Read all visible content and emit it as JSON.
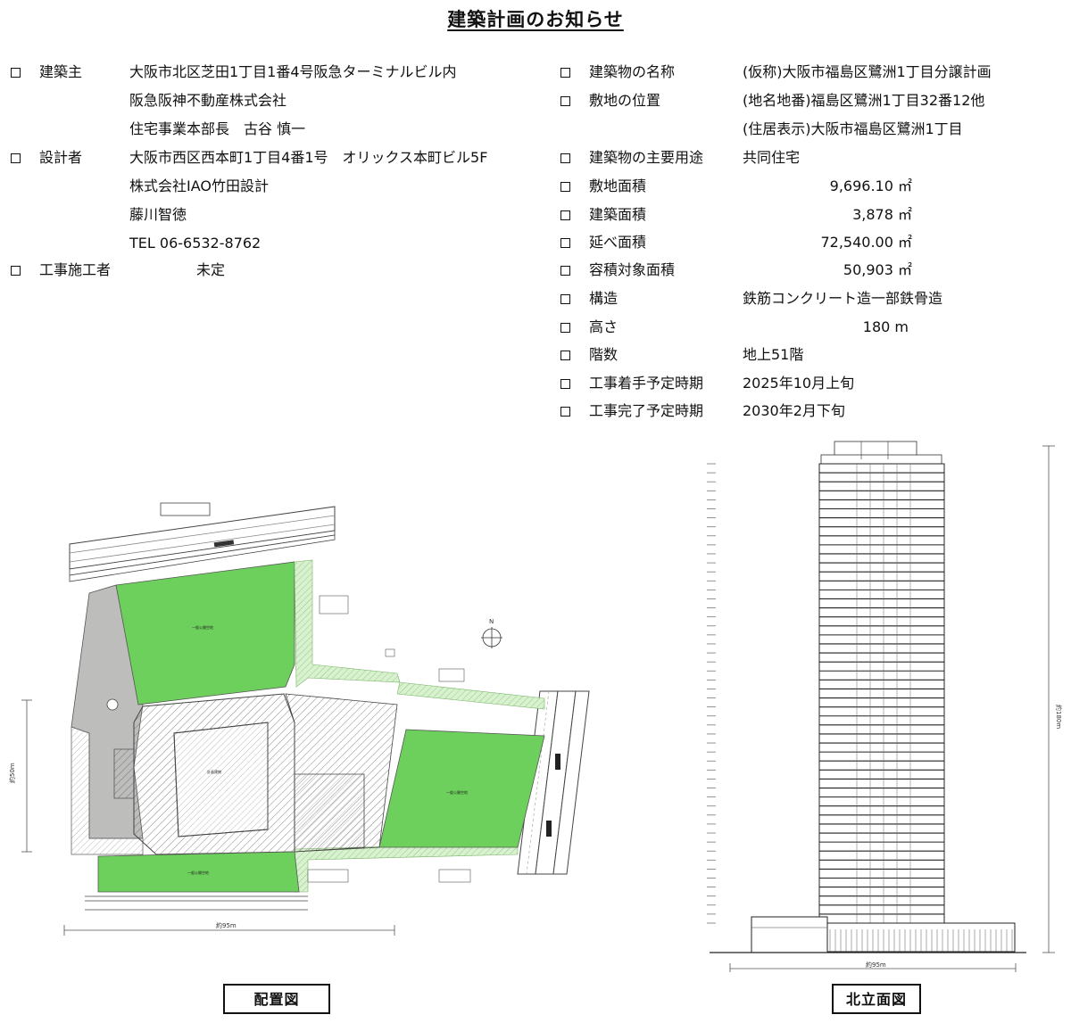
{
  "title": "建築計画のお知らせ",
  "left": [
    {
      "label": "建築主",
      "lines": [
        "大阪市北区芝田1丁目1番4号阪急ターミナルビル内",
        "阪急阪神不動産株式会社",
        "住宅事業本部長　古谷 慎一"
      ]
    },
    {
      "label": "設計者",
      "lines": [
        "大阪市西区西本町1丁目4番1号　オリックス本町ビル5F",
        "株式会社IAO竹田設計",
        "藤川智徳",
        "TEL  06-6532-8762"
      ]
    },
    {
      "label": "工事施工者",
      "lines": [
        "未定"
      ]
    }
  ],
  "right": [
    {
      "label": "建築物の名称",
      "value": "(仮称)大阪市福島区鷺洲1丁目分譲計画"
    },
    {
      "label": "敷地の位置",
      "value": "(地名地番)福島区鷺洲1丁目32番12他"
    },
    {
      "label": "",
      "value": "(住居表示)大阪市福島区鷺洲1丁目"
    },
    {
      "label": "建築物の主要用途",
      "value": "共同住宅"
    },
    {
      "label": "敷地面積",
      "value": "9,696.10 ㎡"
    },
    {
      "label": "建築面積",
      "value": "3,878 ㎡"
    },
    {
      "label": "延べ面積",
      "value": "72,540.00 ㎡"
    },
    {
      "label": "容積対象面積",
      "value": "50,903 ㎡"
    },
    {
      "label": "構造",
      "value": "鉄筋コンクリート造一部鉄骨造"
    },
    {
      "label": "高さ",
      "value": "180 m"
    },
    {
      "label": "階数",
      "value": "地上51階"
    },
    {
      "label": "工事着手予定時期",
      "value": "2025年10月上旬"
    },
    {
      "label": "工事完了予定時期",
      "value": "2030年2月下旬"
    }
  ],
  "site_plan": {
    "caption": "配置図",
    "dim_width": "約95m",
    "dim_height": "約50m",
    "north": "N",
    "labels": {
      "green_a": "一般公開空地",
      "green_b": "一般公開空地",
      "green_c": "一般公開空地",
      "building": "計画建物"
    }
  },
  "elevation": {
    "caption": "北立面図",
    "dim_width": "約95m",
    "dim_height": "約180m"
  }
}
